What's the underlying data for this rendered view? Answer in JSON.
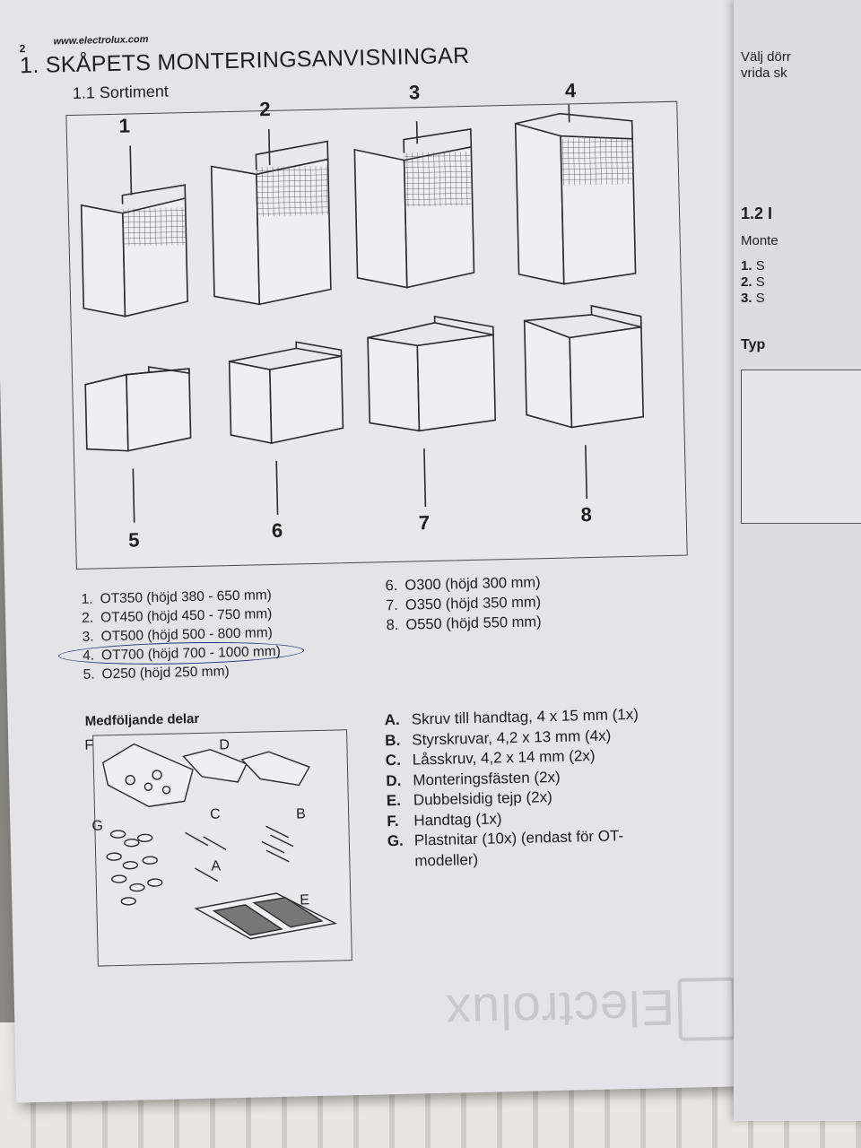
{
  "header": {
    "page_number": "2",
    "url": "www.electrolux.com",
    "chapter_title": "1. SKÅPETS MONTERINGSANVISNINGAR",
    "section_title": "1.1 Sortiment"
  },
  "cabinet_numbers": [
    "1",
    "2",
    "3",
    "4",
    "5",
    "6",
    "7",
    "8"
  ],
  "models_left": [
    {
      "num": "1.",
      "text": "OT350 (höjd 380 - 650 mm)"
    },
    {
      "num": "2.",
      "text": "OT450 (höjd 450 - 750 mm)"
    },
    {
      "num": "3.",
      "text": "OT500 (höjd 500 - 800 mm)"
    },
    {
      "num": "4.",
      "text": "OT700 (höjd 700 - 1000 mm)"
    },
    {
      "num": "5.",
      "text": "O250 (höjd 250 mm)"
    }
  ],
  "models_right": [
    {
      "num": "6.",
      "text": "O300 (höjd 300 mm)"
    },
    {
      "num": "7.",
      "text": "O350 (höjd 350 mm)"
    },
    {
      "num": "8.",
      "text": "O550 (höjd 550 mm)"
    }
  ],
  "parts": {
    "title": "Medföljande delar",
    "figure_letters": [
      "F",
      "D",
      "G",
      "C",
      "B",
      "A",
      "E"
    ],
    "items": [
      {
        "letter": "A.",
        "text": "Skruv till handtag, 4 x 15 mm (1x)"
      },
      {
        "letter": "B.",
        "text": "Styrskruvar, 4,2 x 13 mm (4x)"
      },
      {
        "letter": "C.",
        "text": "Låsskruv, 4,2 x 14 mm (2x)"
      },
      {
        "letter": "D.",
        "text": "Monteringsfästen (2x)"
      },
      {
        "letter": "E.",
        "text": "Dubbelsidig tejp (2x)"
      },
      {
        "letter": "F.",
        "text": "Handtag (1x)"
      },
      {
        "letter": "G.",
        "text": "Plastnitar (10x) (endast för OT-"
      },
      {
        "letter": "",
        "text": "modeller)"
      }
    ]
  },
  "watermark_logo": "Electrolux",
  "right_page": {
    "line1": "Välj dörr",
    "line2": "vrida sk",
    "heading": "1.2 I",
    "sub": "Monte",
    "items": [
      {
        "num": "1.",
        "text": "S"
      },
      {
        "num": "2.",
        "text": "S"
      },
      {
        "num": "3.",
        "text": "S"
      }
    ],
    "typ": "Typ"
  }
}
